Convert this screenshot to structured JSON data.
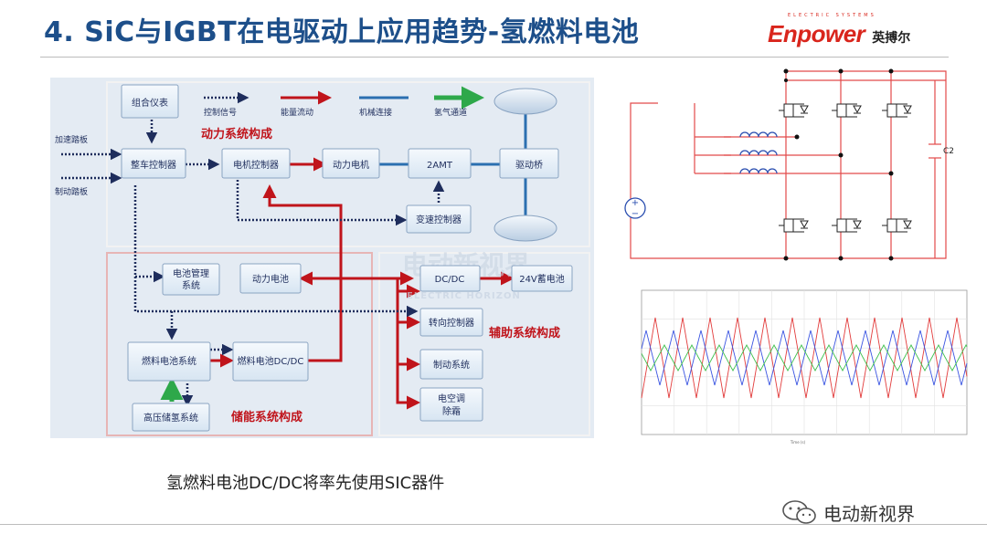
{
  "slide": {
    "title": "4. SiC与IGBT在电驱动上应用趋势-氢燃料电池",
    "logo_en": "Enpower",
    "logo_cn": "英搏尔",
    "logo_small": "ELECTRIC SYSTEMS",
    "caption": "氢燃料电池DC/DC将率先使用SIC器件",
    "watermark": "电动新视界"
  },
  "diagram": {
    "legend": {
      "control": "控制信号",
      "energy": "能量流动",
      "mechanical": "机械连接",
      "hydrogen": "氢气通道"
    },
    "inputs": {
      "accel": "加速踏板",
      "brake": "制动踏板"
    },
    "sections": {
      "power": "动力系统构成",
      "storage": "储能系统构成",
      "aux": "辅助系统构成"
    },
    "blocks": {
      "dashboard": "组合仪表",
      "vcu": "整车控制器",
      "mcu": "电机控制器",
      "motor": "动力电机",
      "amt": "2AMT",
      "axle": "驱动桥",
      "tcu": "变速控制器",
      "bms": "电池管理系统",
      "battery": "动力电池",
      "dcdc": "DC/DC",
      "battery24": "24V蓄电池",
      "steering": "转向控制器",
      "fcs": "燃料电池系统",
      "fcdcdc": "燃料电池DC/DC",
      "brake": "制动系统",
      "hydrogen_tank": "高压储氢系统",
      "ac": "电空调除霜"
    },
    "watermark_cn": "电动新视界",
    "watermark_en": "ELECTRIC HORIZON"
  },
  "circuit": {
    "cap_label": "C2"
  },
  "waveform": {
    "x_axis_title": "Time (s)"
  },
  "colors": {
    "title": "#1d4f8a",
    "brand_red": "#d9251c",
    "energy": "#c0141b",
    "mechanical": "#2b6fb0",
    "hydrogen": "#2ea84a",
    "control": "#1e2d5c"
  }
}
